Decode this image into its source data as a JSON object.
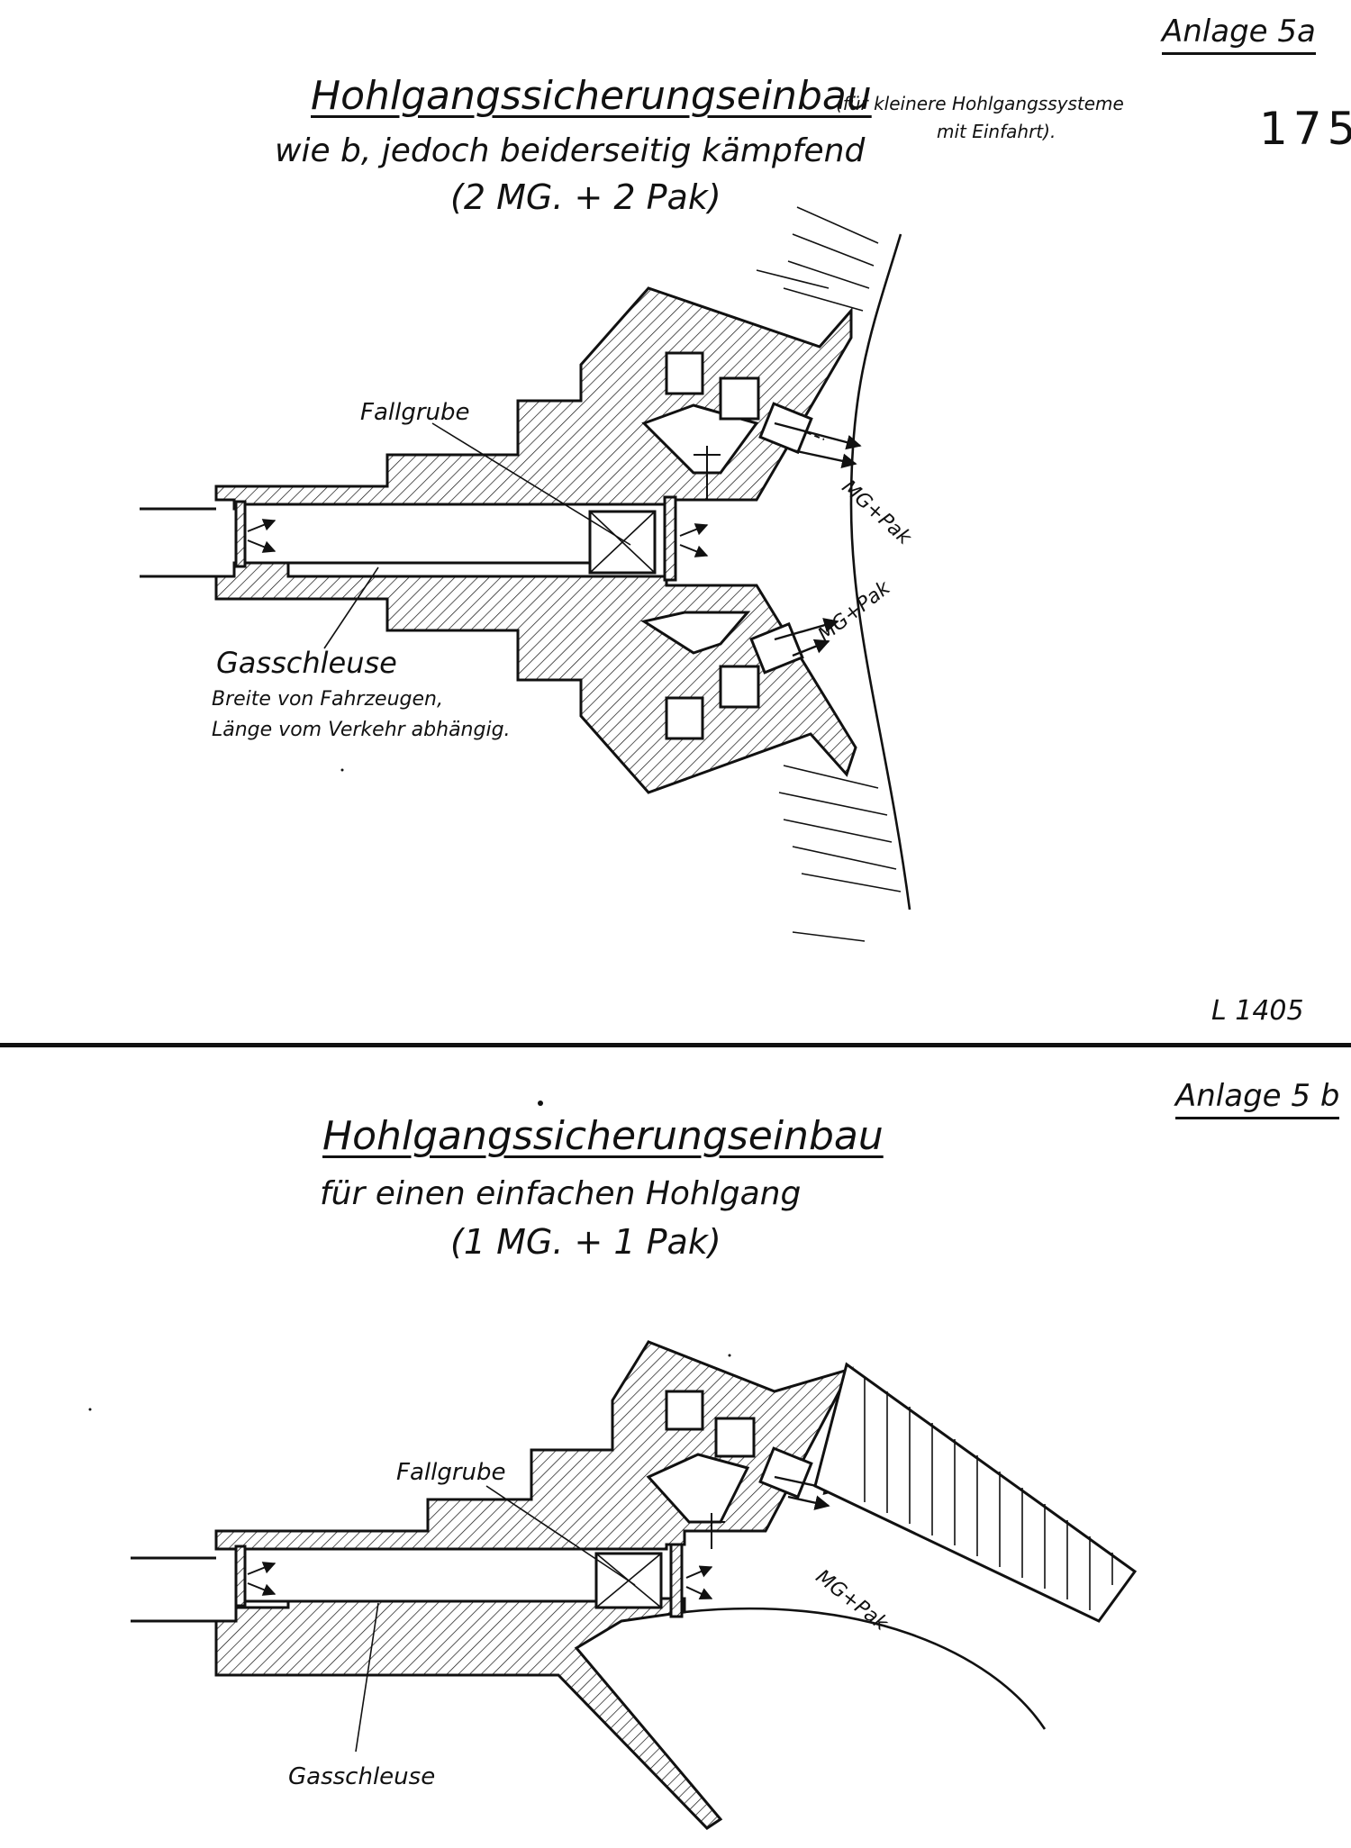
{
  "sheet_a": {
    "anlage": "Anlage 5a",
    "page_number": "175",
    "title": "Hohlgangssicherungseinbau",
    "title_note_line1": "(für kleinere Hohlgangssysteme",
    "title_note_line2": "mit Einfahrt).",
    "subtitle": "wie b, jedoch beiderseitig kämpfend",
    "armament": "(2 MG. + 2 Pak)",
    "labels": {
      "fallgrube": "Fallgrube",
      "gasschleuse": "Gasschleuse",
      "gasschleuse_note1": "Breite von Fahrzeugen,",
      "gasschleuse_note2": "Länge vom Verkehr abhängig.",
      "mg_pak_upper": "MG+Pak",
      "mg_pak_lower": "MG+Pak"
    },
    "reference": "L 1405"
  },
  "sheet_b": {
    "anlage": "Anlage 5 b",
    "title": "Hohlgangssicherungseinbau",
    "subtitle": "für einen einfachen Hohlgang",
    "armament": "(1 MG. + 1 Pak)",
    "labels": {
      "fallgrube": "Fallgrube",
      "gasschleuse": "Gasschleuse",
      "mg_pak": "MG+Pak"
    }
  }
}
